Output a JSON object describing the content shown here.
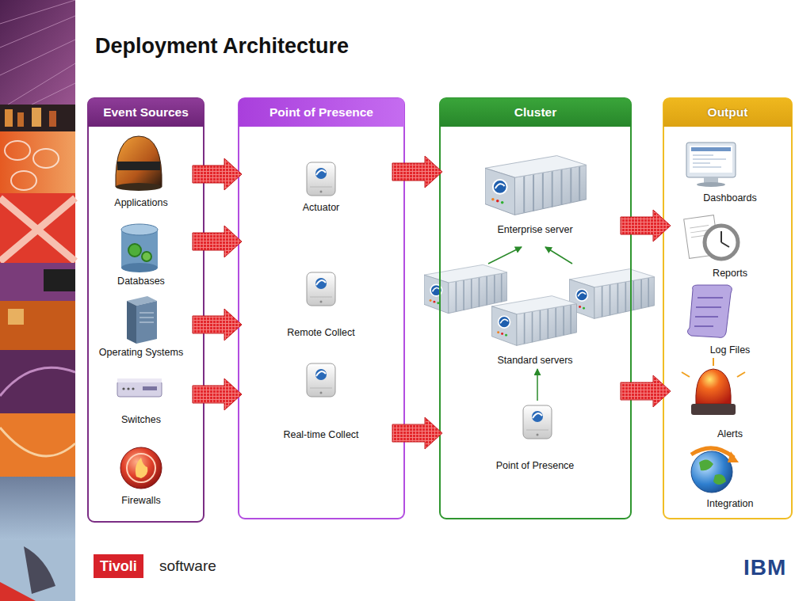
{
  "diagram": {
    "title": "Deployment Architecture",
    "nodes": [
      {
        "text": [
          "Event Sources"
        ]
      },
      {
        "text": [
          "Applications"
        ],
        "in": 0
      },
      {
        "text": [
          "Databases"
        ],
        "in": 0
      },
      {
        "text": [
          "Operating Systems"
        ],
        "in": 0
      },
      {
        "text": [
          "Switches"
        ],
        "in": 0
      },
      {
        "text": [
          "Firewalls"
        ],
        "in": 0
      },
      {
        "text": [
          "Point of Presence"
        ]
      },
      {
        "text": [
          "Actuator"
        ],
        "in": 6
      },
      {
        "text": [
          "Remote Collect"
        ],
        "in": 6
      },
      {
        "text": [
          "Real-time Collect"
        ],
        "in": 6
      },
      {
        "text": [
          "Cluster"
        ]
      },
      {
        "text": [
          "Enterprise server"
        ],
        "in": 10
      },
      {
        "text": [
          "Standard servers"
        ],
        "in": 10
      },
      {
        "text": [
          "Point of Presence"
        ],
        "in": 10
      },
      {
        "text": [
          "Output"
        ]
      },
      {
        "text": [
          "Dashboards"
        ],
        "in": 14
      },
      {
        "text": [
          "Reports"
        ],
        "in": 14
      },
      {
        "text": [
          "Log Files"
        ],
        "in": 14
      },
      {
        "text": [
          "Alerts"
        ],
        "in": 14
      },
      {
        "text": [
          "Integration"
        ],
        "in": 14
      }
    ],
    "edges": [
      {
        "from": 1,
        "to": 6,
        "arrow": "to"
      },
      {
        "from": 2,
        "to": 6,
        "arrow": "to"
      },
      {
        "from": 3,
        "to": 6,
        "arrow": "to"
      },
      {
        "from": 4,
        "to": 6,
        "arrow": "to"
      },
      {
        "from": 6,
        "to": 10,
        "arrow": "to"
      },
      {
        "from": 6,
        "to": 10,
        "arrow": "to"
      },
      {
        "from": 10,
        "to": 14,
        "arrow": "to"
      },
      {
        "from": 10,
        "to": 14,
        "arrow": "to"
      },
      {
        "from": 12,
        "to": 11,
        "arrow": "to"
      },
      {
        "from": 12,
        "to": 11,
        "arrow": "to"
      },
      {
        "from": 13,
        "to": 12,
        "arrow": "to"
      }
    ],
    "labels": [
      "Tivoli",
      "software",
      "IBM"
    ]
  }
}
